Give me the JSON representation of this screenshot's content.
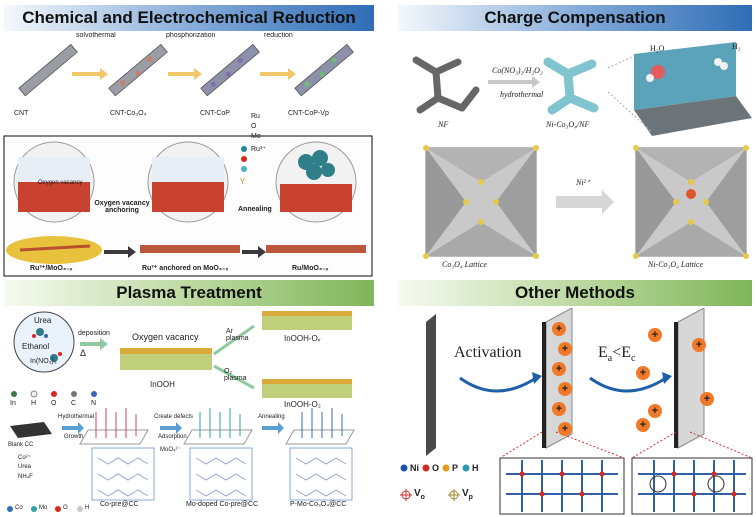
{
  "sections": {
    "chem": {
      "title": "Chemical and Electrochemical Reduction",
      "steps": [
        "solvothermal",
        "phosphorization",
        "reduction"
      ],
      "samples": [
        "CNT",
        "CNT-Co₃O₄",
        "CNT-CoP",
        "CNT-CoP-Vp"
      ],
      "legend": [
        "Ru",
        "O",
        "Mo",
        "Ru³⁺"
      ],
      "vacancy_label": "Oxygen vacancy",
      "step2": "Oxygen vacancy anchoring",
      "step3": "Annealing",
      "sample_a": "Ru³⁺/MoO₃₋ₓ",
      "sample_b": "Ru³⁺ anchored on MoO₃₋ₓ",
      "sample_c": "Ru/MoO₃₋ₓ"
    },
    "charge": {
      "title": "Charge Compensation",
      "reaction_top": "Co(NO₃)₂/H₂O₂",
      "reaction_bottom": "hydrothermal",
      "nf_label": "NF",
      "product_label": "Ni-Co₃O₄/NF",
      "h2o": "H₂O",
      "h2": "H₂",
      "ni_ion": "Ni²⁺",
      "lattice_a": "Co₃O₄ Lattice",
      "lattice_b": "Ni-Co₃O₄ Lattice"
    },
    "plasma": {
      "title": "Plasma Treatment",
      "reagents": [
        "Urea",
        "Ethanol",
        "In(NO₃)₃"
      ],
      "deposition": "deposition",
      "delta": "Δ",
      "vacancy_label": "Oxygen vacancy",
      "ar_plasma": "Ar plasma",
      "o2_plasma": "O₂ plasma",
      "product": "InOOH",
      "product_ov": "InOOH-Oᵥ",
      "product_o2": "InOOH-O₂",
      "elements": [
        "In",
        "H",
        "O",
        "C",
        "N"
      ],
      "blank": "Blank CC",
      "hydrothermal": "Hydrothermal",
      "growth": "Growth",
      "create_defects": "Create defects",
      "adsorption": "Adsorption",
      "annealing": "Annealing",
      "moo4": "MoO₄²⁻",
      "additives": [
        "Co²⁺",
        "Urea",
        "NH₄F"
      ],
      "stages": [
        "Co-pre@CC",
        "Mo-doped Co-pre@CC",
        "P-Mo-Co₃O₄@CC"
      ],
      "atom_legend": [
        "Co",
        "Mo",
        "O",
        "H"
      ]
    },
    "other": {
      "title": "Other Methods",
      "activation": "Activation",
      "ea": "E",
      "ea_sub": "a",
      "lt": "<E",
      "ec_sub": "c",
      "legend": [
        "Ni",
        "O",
        "P",
        "H"
      ],
      "vo": "V",
      "vo_sub": "o",
      "vp": "V",
      "vp_sub": "p"
    }
  },
  "colors": {
    "banner_blue": "#2f6db5",
    "banner_green": "#7fb55a",
    "ni": "#1f4fa8",
    "o": "#d62a1e",
    "p": "#e59b1a",
    "h": "#2a9bb0",
    "plus_ball": "#f07a2a"
  }
}
